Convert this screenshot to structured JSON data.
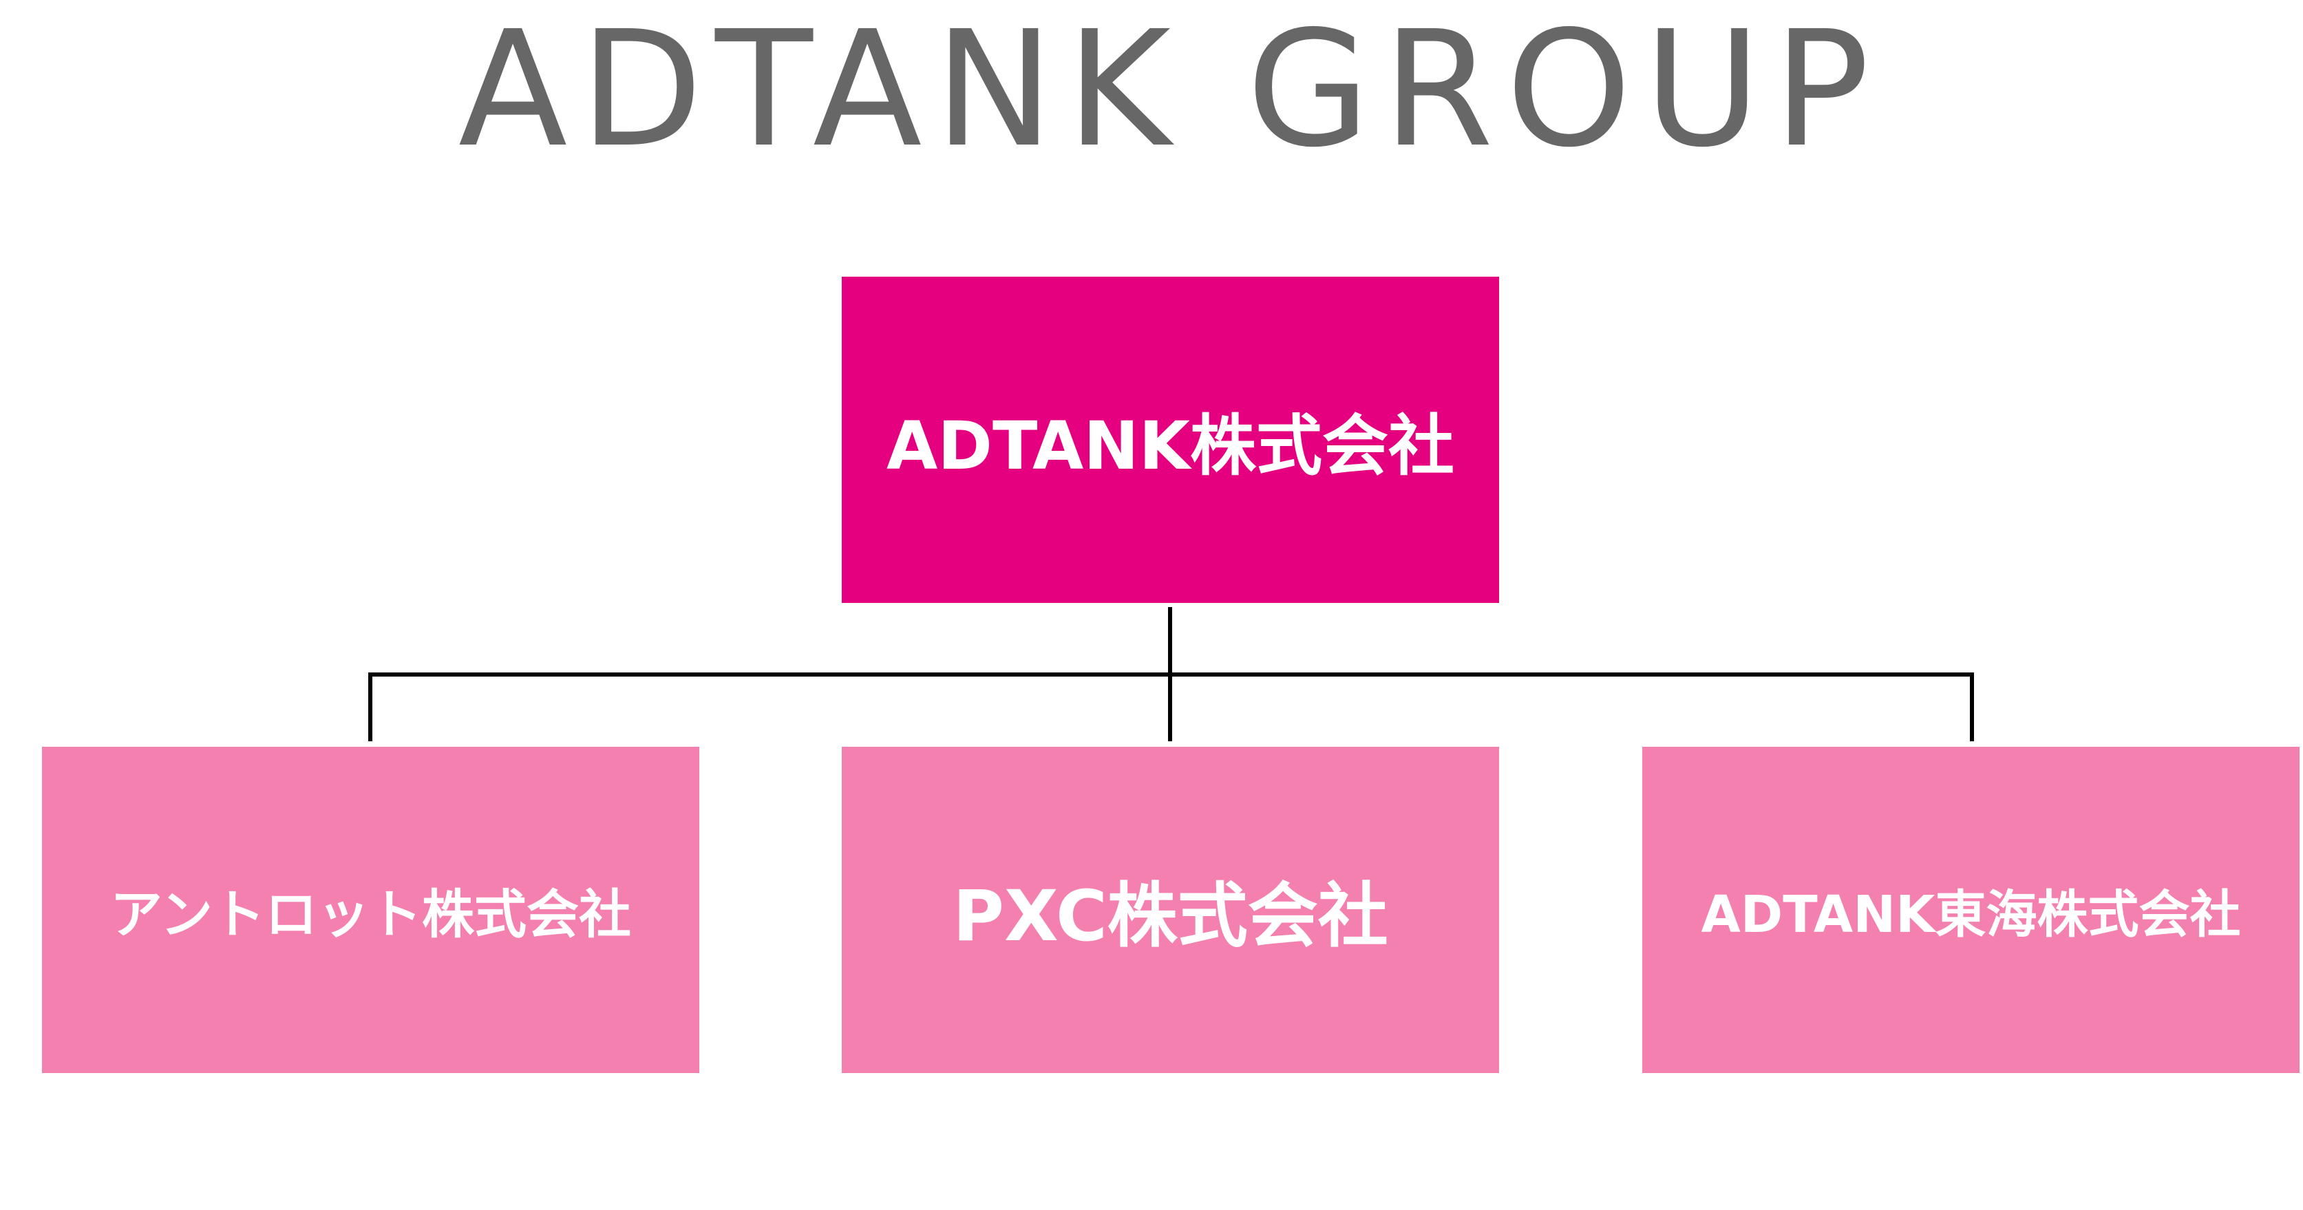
{
  "header": {
    "logo_text": "ADTANK GROUP"
  },
  "org": {
    "parent": {
      "label": "ADTANK株式会社",
      "color": "#e4007f"
    },
    "children": [
      {
        "label": "アントロット株式会社",
        "color": "#f480af"
      },
      {
        "label": "PXC株式会社",
        "color": "#f480af"
      },
      {
        "label": "ADTANK東海株式会社",
        "color": "#f480af"
      }
    ],
    "connector_color": "#000000"
  },
  "colors": {
    "logo": "#666766",
    "text": "#ffffff"
  }
}
